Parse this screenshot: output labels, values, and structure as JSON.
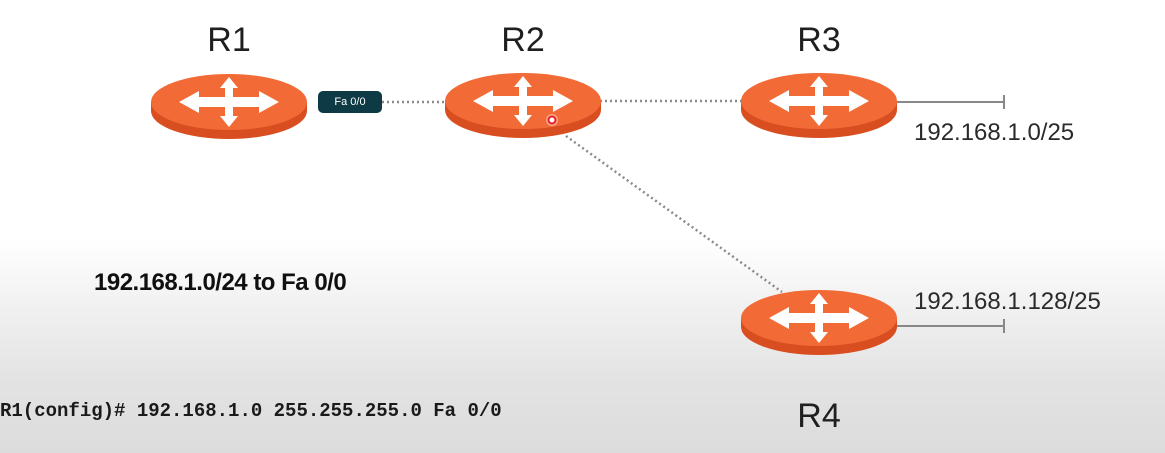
{
  "diagram": {
    "routers": [
      {
        "id": "r1",
        "label": "R1"
      },
      {
        "id": "r2",
        "label": "R2"
      },
      {
        "id": "r3",
        "label": "R3"
      },
      {
        "id": "r4",
        "label": "R4"
      }
    ],
    "interface_tag": "Fa 0/0",
    "networks": {
      "r3_network": "192.168.1.0/25",
      "r4_network": "192.168.1.128/25"
    },
    "route_note": "192.168.1.0/24 to Fa 0/0",
    "cli_command": "R1(config)# 192.168.1.0 255.255.255.0 Fa 0/0",
    "colors": {
      "router_fill": "#f0612e",
      "router_top": "#f26a35",
      "router_side": "#d94e20",
      "link_dotted": "#8a8a8a",
      "interface_tag_bg": "#0d3a45",
      "cursor_dot": "#e8202a"
    }
  }
}
